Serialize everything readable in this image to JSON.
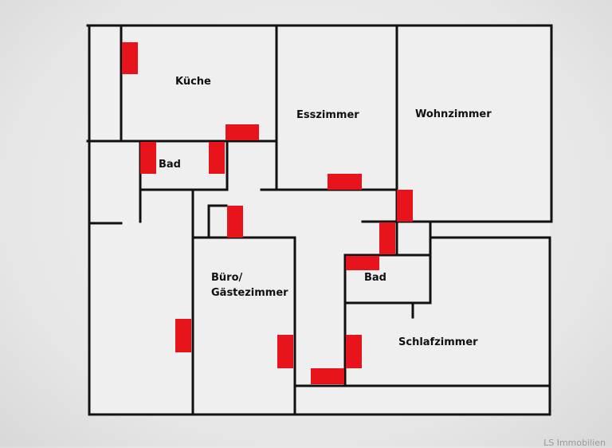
{
  "rooms": {
    "kueche": "Küche",
    "bad_top": "Bad",
    "esszimmer": "Esszimmer",
    "wohnzimmer": "Wohnzimmer",
    "buero_line1": "Büro/",
    "buero_line2": "Gästezimmer",
    "bad_mid": "Bad",
    "schlafzimmer": "Schlafzimmer"
  },
  "watermark": "LS Immobilien",
  "colors": {
    "wall": "#111111",
    "radiator": "#e8141c",
    "floor": "#efefef"
  }
}
